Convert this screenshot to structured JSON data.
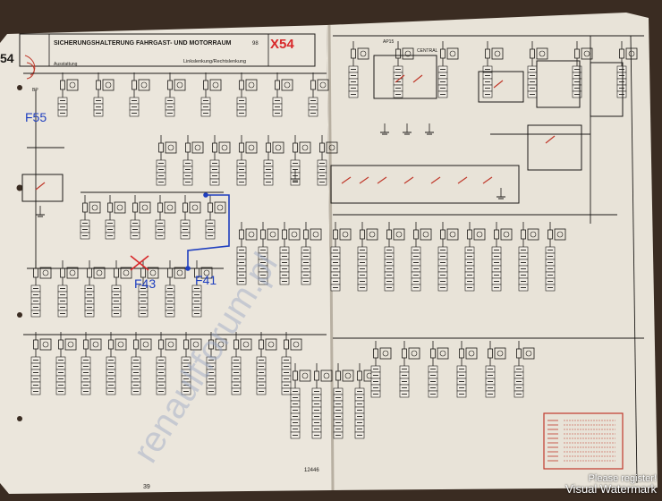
{
  "header": {
    "page_code": "54",
    "title": "SICHERUNGSHALTERUNG FAHRGAST- UND MOTORRAUM",
    "ref": "98",
    "chapter": "X54",
    "subtitle": "Linkslenkung/Rechtslenkung",
    "note": "Ausstattung"
  },
  "annotations": {
    "f55": "F55",
    "f43": "F43",
    "f41": "F41"
  },
  "footer": {
    "page_number": "39",
    "doc_number": "12446"
  },
  "watermark": {
    "line1": "Please register!",
    "line2": "Visual Watermark",
    "diagonal": "renaultforum.pl"
  },
  "relays": {
    "ap15": "AP15",
    "central": "CENTRAL",
    "bp_main": "BP"
  },
  "colors": {
    "paper": "#ebe6dc",
    "ink": "#1c1a17",
    "annotation_blue": "#1f3fbf",
    "annotation_red": "#d8282a",
    "legend_border": "#c0392b",
    "bg": "#3a2c22"
  }
}
